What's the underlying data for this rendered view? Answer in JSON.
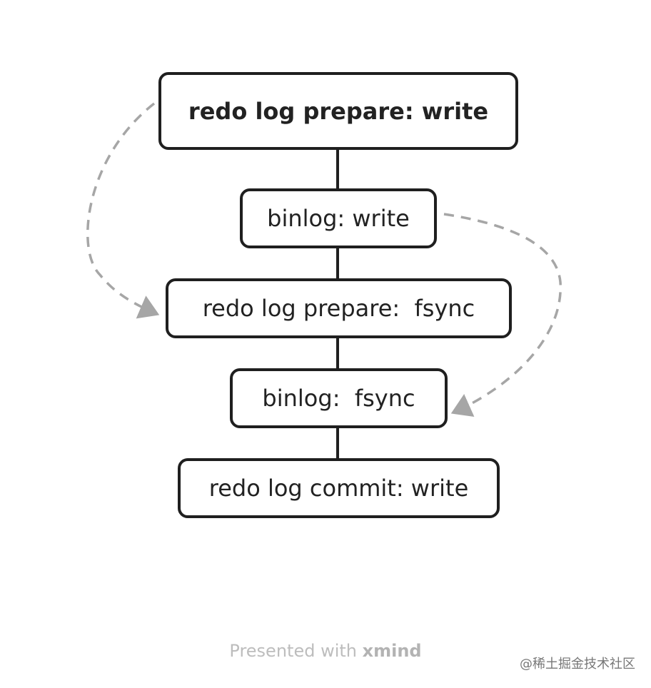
{
  "nodes": [
    {
      "id": "n1",
      "label": "redo log prepare: write"
    },
    {
      "id": "n2",
      "label": "binlog: write"
    },
    {
      "id": "n3",
      "label": "redo log prepare:  fsync"
    },
    {
      "id": "n4",
      "label": "binlog:  fsync"
    },
    {
      "id": "n5",
      "label": "redo log commit: write"
    }
  ],
  "edges": [
    {
      "from": "n1",
      "to": "n2",
      "style": "solid"
    },
    {
      "from": "n2",
      "to": "n3",
      "style": "solid"
    },
    {
      "from": "n3",
      "to": "n4",
      "style": "solid"
    },
    {
      "from": "n4",
      "to": "n5",
      "style": "solid"
    },
    {
      "from": "n1",
      "to": "n3",
      "style": "dashed-arrow"
    },
    {
      "from": "n2",
      "to": "n4",
      "style": "dashed-arrow"
    }
  ],
  "footer": {
    "prefix": "Presented with ",
    "brand": "xmind"
  },
  "watermark": "@稀土掘金技术社区",
  "colors": {
    "node_border": "#1f1f1f",
    "connector": "#1f1f1f",
    "dashed_arrow": "#a6a6a6",
    "footer_text": "#bdbdbd"
  }
}
